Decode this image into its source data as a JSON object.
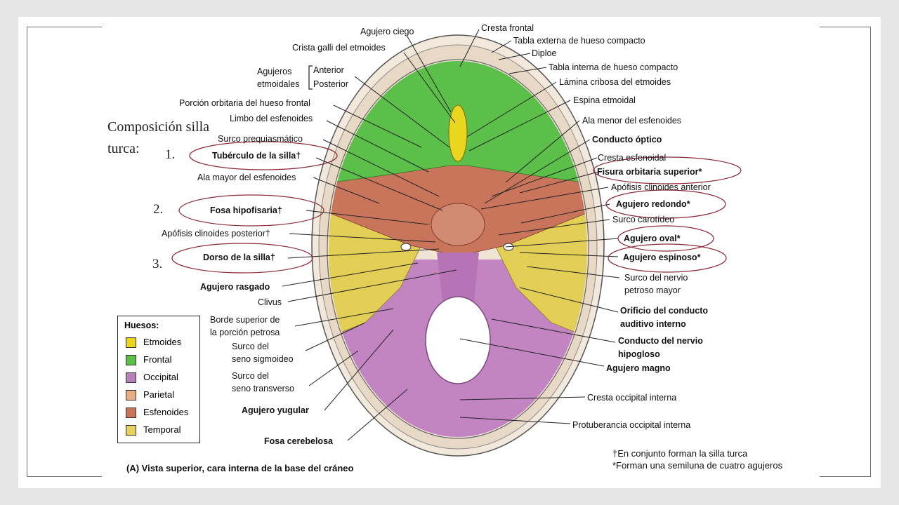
{
  "slide": {
    "heading_line1": "Composición silla",
    "heading_line2": "turca:",
    "numbers": [
      "1.",
      "2.",
      "3."
    ]
  },
  "caption": "(A) Vista superior, cara interna de la base del cráneo",
  "footnotes": [
    "†En conjunto forman la silla turca",
    "*Forman una semiluna de cuatro agujeros"
  ],
  "legend": {
    "title": "Huesos:",
    "items": [
      {
        "label": "Etmoides",
        "color": "#ead51f"
      },
      {
        "label": "Frontal",
        "color": "#5cbf4a"
      },
      {
        "label": "Occipital",
        "color": "#b97fb8"
      },
      {
        "label": "Parietal",
        "color": "#e8ae86"
      },
      {
        "label": "Esfenoides",
        "color": "#c8735a"
      },
      {
        "label": "Temporal",
        "color": "#e6d060"
      }
    ]
  },
  "labels": {
    "agujero_ciego": "Agujero ciego",
    "crista_galli": "Crista galli del etmoides",
    "agujeros_etmoidales_1": "Agujeros",
    "agujeros_etmoidales_2": "etmoidales",
    "anterior": "Anterior",
    "posterior": "Posterior",
    "porcion_orbitaria": "Porción orbitaria del hueso frontal",
    "limbo": "Limbo del esfenoides",
    "surco_prequiasmatico": "Surco prequiasmático",
    "tuberculo": "Tubérculo de la silla†",
    "ala_mayor": "Ala mayor del esfenoides",
    "fosa_hipofisaria": "Fosa hipofisaria†",
    "apofisis_posterior": "Apófisis clinoides posterior†",
    "dorso": "Dorso de la silla†",
    "agujero_rasgado": "Agujero rasgado",
    "clivus": "Clivus",
    "borde_superior_1": "Borde superior de",
    "borde_superior_2": "la porción petrosa",
    "surco_sigmoideo_1": "Surco del",
    "surco_sigmoideo_2": "seno sigmoideo",
    "surco_transverso_1": "Surco del",
    "surco_transverso_2": "seno transverso",
    "agujero_yugular": "Agujero yugular",
    "fosa_cerebelosa": "Fosa cerebelosa",
    "cresta_frontal": "Cresta frontal",
    "tabla_externa": "Tabla externa de hueso compacto",
    "diploe": "Diploe",
    "tabla_interna": "Tabla interna de hueso compacto",
    "lamina_cribosa": "Lámina cribosa del etmoides",
    "espina_etmoidal": "Espina etmoidal",
    "ala_menor": "Ala menor del esfenoides",
    "conducto_optico": "Conducto óptico",
    "cresta_esfenoidal": "Cresta esfenoidal",
    "fisura_orbitaria": "Fisura orbitaria superior*",
    "apofisis_anterior": "Apófisis clinoides anterior",
    "agujero_redondo": "Agujero redondo*",
    "surco_carotideo": "Surco carotídeo",
    "agujero_oval": "Agujero oval*",
    "agujero_espinoso": "Agujero espinoso*",
    "surco_nervio_1": "Surco del nervio",
    "surco_nervio_2": "petroso mayor",
    "orificio_1": "Orificio del conducto",
    "orificio_2": "auditivo interno",
    "conducto_hipogloso_1": "Conducto del nervio",
    "conducto_hipogloso_2": "hipogloso",
    "agujero_magno": "Agujero magno",
    "cresta_occipital": "Cresta occipital interna",
    "protuberancia": "Protuberancia occipital interna"
  }
}
